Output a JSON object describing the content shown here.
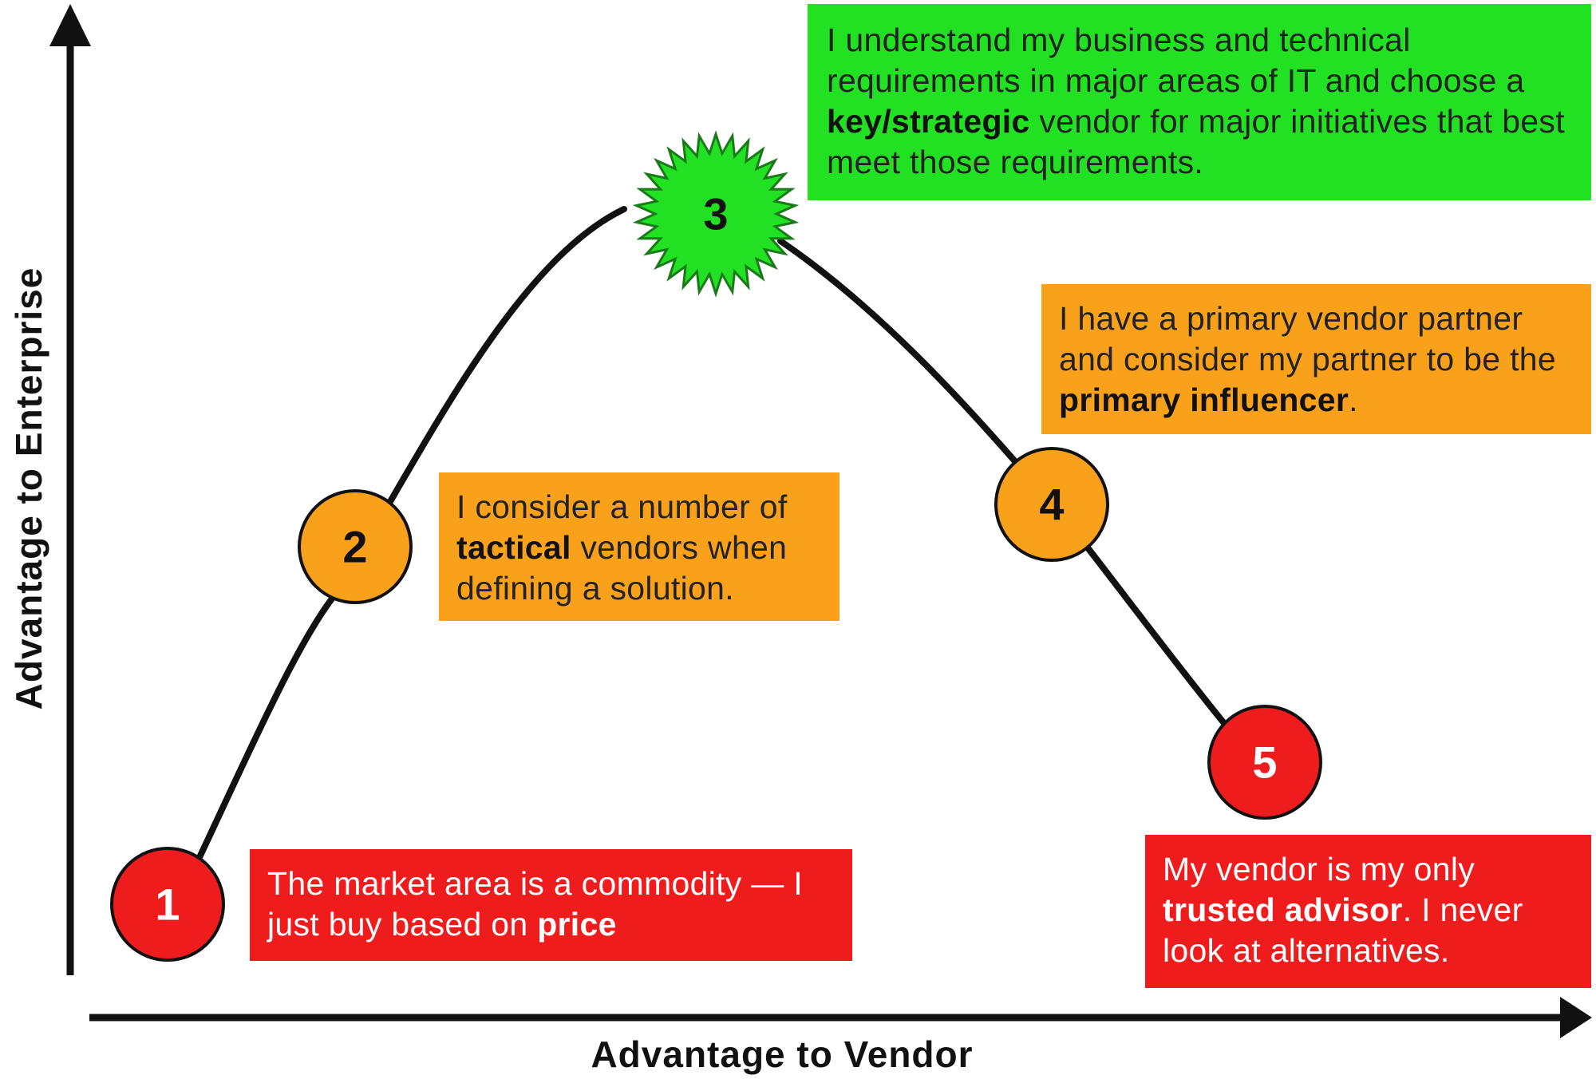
{
  "axes": {
    "x_label": "Advantage to Vendor",
    "y_label": "Advantage to Enterprise"
  },
  "colors": {
    "red": "#ee1c1c",
    "orange": "#f9a11b",
    "green": "#22e022",
    "curve": "#111111"
  },
  "stages": [
    {
      "number": "1",
      "marker_shape": "circle",
      "color": "red",
      "text": {
        "pre": "The market area is a commodity — I just buy based on ",
        "bold": "price",
        "post": ""
      }
    },
    {
      "number": "2",
      "marker_shape": "circle",
      "color": "orange",
      "text": {
        "pre": "I consider a number of ",
        "bold": "tactical",
        "post": " vendors when defining a solution."
      }
    },
    {
      "number": "3",
      "marker_shape": "starburst",
      "color": "green",
      "text": {
        "pre": "I understand my business and technical requirements in major areas of IT and choose a ",
        "bold": "key/strategic",
        "post": " vendor for major initiatives that best meet those requirements."
      }
    },
    {
      "number": "4",
      "marker_shape": "circle",
      "color": "orange",
      "text": {
        "pre": "I have a primary vendor partner and consider my partner to be the ",
        "bold": "primary influencer",
        "post": "."
      }
    },
    {
      "number": "5",
      "marker_shape": "circle",
      "color": "red",
      "text": {
        "pre": "My vendor is my only ",
        "bold": "trusted advisor",
        "post": ". I never look at alternatives."
      }
    }
  ]
}
